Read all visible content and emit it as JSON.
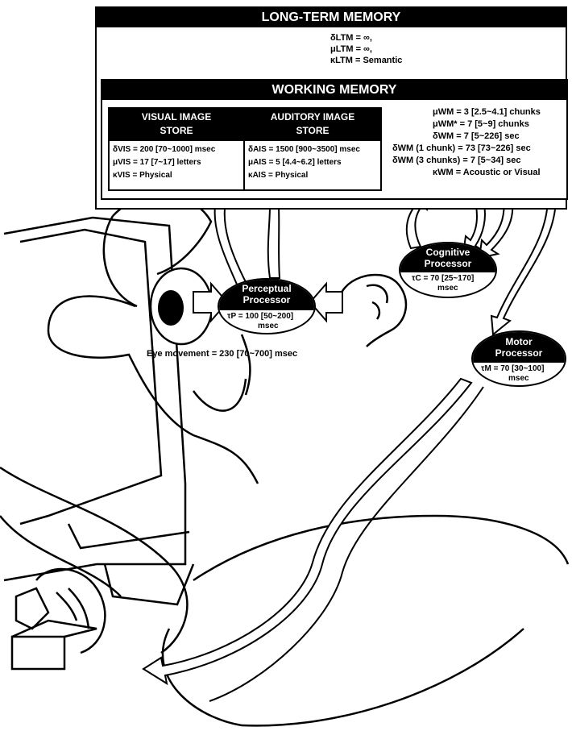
{
  "ltm": {
    "title": "LONG-TERM MEMORY",
    "params": [
      "δLTM = ∞,",
      "μLTM = ∞,",
      "κLTM = Semantic"
    ]
  },
  "wm": {
    "title": "WORKING MEMORY",
    "params": [
      "μWM = 3 [2.5~4.1] chunks",
      "μWM* = 7 [5~9] chunks",
      "δWM = 7 [5~226] sec",
      "δWM (1 chunk) = 73 [73~226] sec",
      "δWM (3 chunks) = 7 [5~34] sec",
      "κWM = Acoustic or Visual"
    ]
  },
  "vis": {
    "title_line1": "VISUAL IMAGE",
    "title_line2": "STORE",
    "params": [
      "δVIS = 200 [70~1000] msec",
      "μVIS = 17 [7~17] letters",
      "κVIS = Physical"
    ]
  },
  "ais": {
    "title_line1": "AUDITORY IMAGE",
    "title_line2": "STORE",
    "params": [
      "δAIS = 1500 [900~3500] msec",
      "μAIS = 5 [4.4~6.2] letters",
      "κAIS = Physical"
    ]
  },
  "perceptual": {
    "line1": "Perceptual",
    "line2": "Processor",
    "param": "τP = 100 [50~200]",
    "unit": "msec"
  },
  "cognitive": {
    "line1": "Cognitive",
    "line2": "Processor",
    "param": "τC = 70 [25~170]",
    "unit": "msec"
  },
  "motor": {
    "line1": "Motor",
    "line2": "Processor",
    "param": "τM = 70 [30~100]",
    "unit": "msec"
  },
  "eye_movement": "Eye movement = 230 [70~700] msec"
}
